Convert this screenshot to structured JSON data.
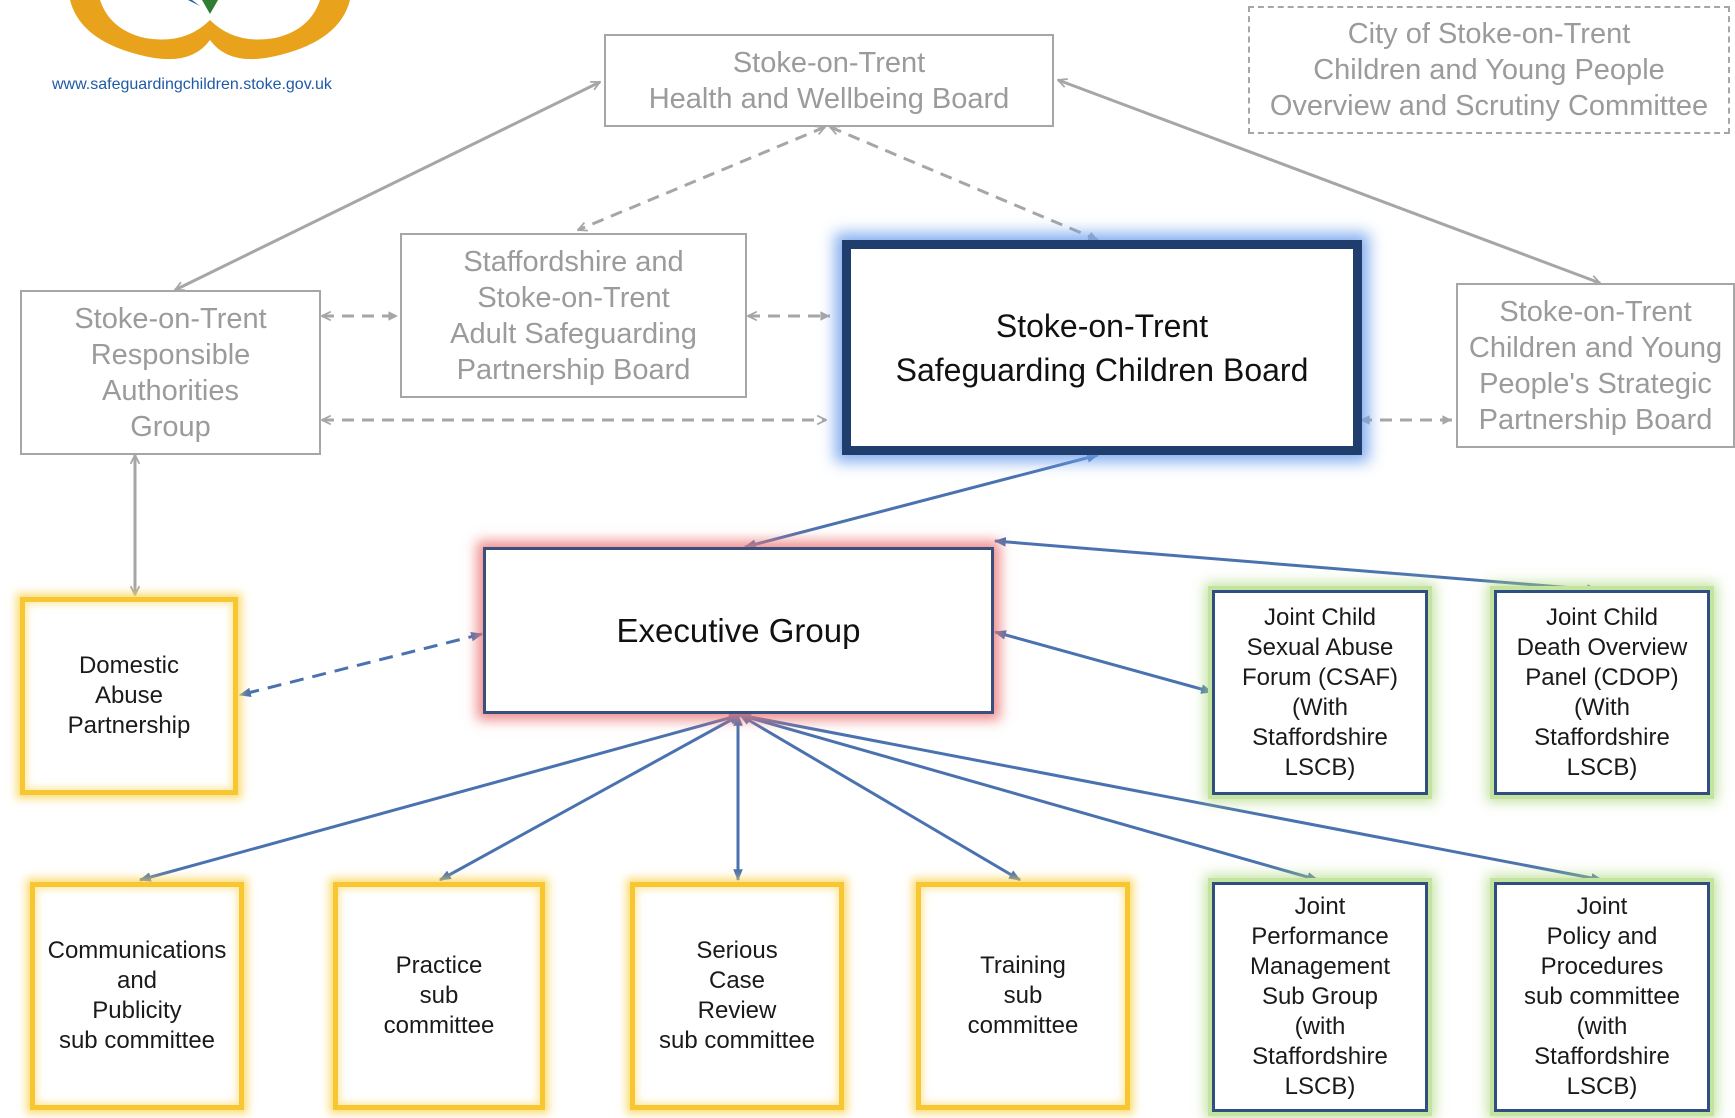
{
  "header": {
    "website": "www.safeguardingchildren.stoke.gov.uk"
  },
  "nodes": {
    "health_board": "Stoke-on-Trent\nHealth and Wellbeing Board",
    "scrutiny": "City of Stoke-on-Trent\nChildren and Young People\nOverview and Scrutiny Committee",
    "adult_board": "Staffordshire and\nStoke-on-Trent\nAdult Safeguarding\nPartnership Board",
    "responsible": "Stoke-on-Trent\nResponsible\nAuthorities\nGroup",
    "lscb": "Stoke-on-Trent\nSafeguarding Children Board",
    "cyp_board": "Stoke-on-Trent\nChildren and Young\nPeople's Strategic\nPartnership Board",
    "executive": "Executive Group",
    "domestic": "Domestic\nAbuse\nPartnership",
    "csaf": "Joint Child\nSexual Abuse\nForum (CSAF)\n(With\nStaffordshire\nLSCB)",
    "cdop": "Joint Child\nDeath Overview\nPanel (CDOP)\n(With\nStaffordshire\nLSCB)",
    "comms": "Communications\nand\nPublicity\nsub committee",
    "practice": "Practice\nsub\ncommittee",
    "scr": "Serious\nCase\nReview\nsub committee",
    "training": "Training\nsub\ncommittee",
    "performance": "Joint\nPerformance\nManagement\nSub Group\n(with\nStaffordshire\nLSCB)",
    "policy": "Joint\nPolicy and\nProcedures\nsub committee\n(with\nStaffordshire\nLSCB)"
  },
  "colors": {
    "grey_line": "#a6a6a6",
    "blue_line": "#4a72b0",
    "board_border": "#1f3e6d",
    "exec_glow": "#ec7878",
    "yellow_border": "#f7c631",
    "green_glow": "#aad678",
    "logo_hands": "#e8a21c"
  }
}
